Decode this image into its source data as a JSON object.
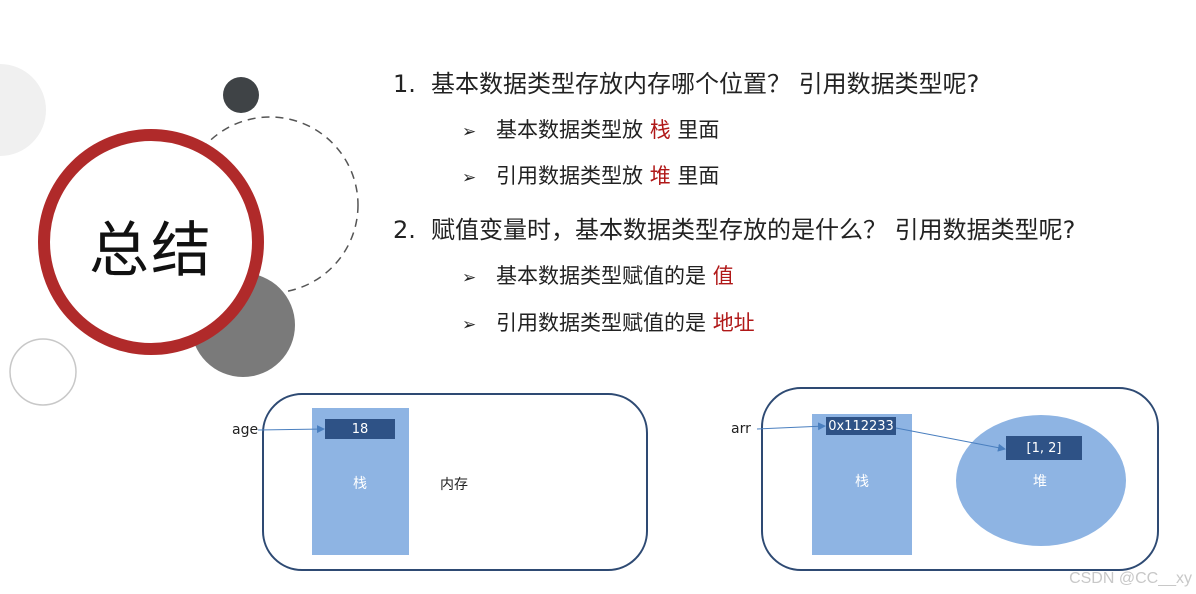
{
  "slide": {
    "title": "总结"
  },
  "questions": [
    {
      "number": "1.",
      "text": "基本数据类型存放内存哪个位置？ 引用数据类型呢?",
      "bullets": [
        {
          "arrow": "➢",
          "prefix": "基本数据类型放 ",
          "highlight": "栈",
          "suffix": " 里面"
        },
        {
          "arrow": "➢",
          "prefix": "引用数据类型放 ",
          "highlight": "堆",
          "suffix": " 里面"
        }
      ]
    },
    {
      "number": "2.",
      "text": "赋值变量时，基本数据类型存放的是什么？ 引用数据类型呢?",
      "bullets": [
        {
          "arrow": "➢",
          "prefix": "基本数据类型赋值的是 ",
          "highlight": "值",
          "suffix": ""
        },
        {
          "arrow": "➢",
          "prefix": "引用数据类型赋值的是 ",
          "highlight": "地址",
          "suffix": ""
        }
      ]
    }
  ],
  "diagram_left": {
    "var_label": "age",
    "cell_value": "18",
    "stack_label": "栈",
    "memory_label": "内存"
  },
  "diagram_right": {
    "var_label": "arr",
    "cell_value": "0x112233",
    "stack_label": "栈",
    "heap_cell_value": "[1, 2]",
    "heap_label": "堆"
  },
  "watermark": "CSDN @CC__xy",
  "colors": {
    "accent_red": "#b02a2a",
    "highlight_red": "#b01818",
    "stack_fill": "#8eb4e3",
    "cell_fill": "#2e5286",
    "frame_border": "#2e4a73"
  }
}
